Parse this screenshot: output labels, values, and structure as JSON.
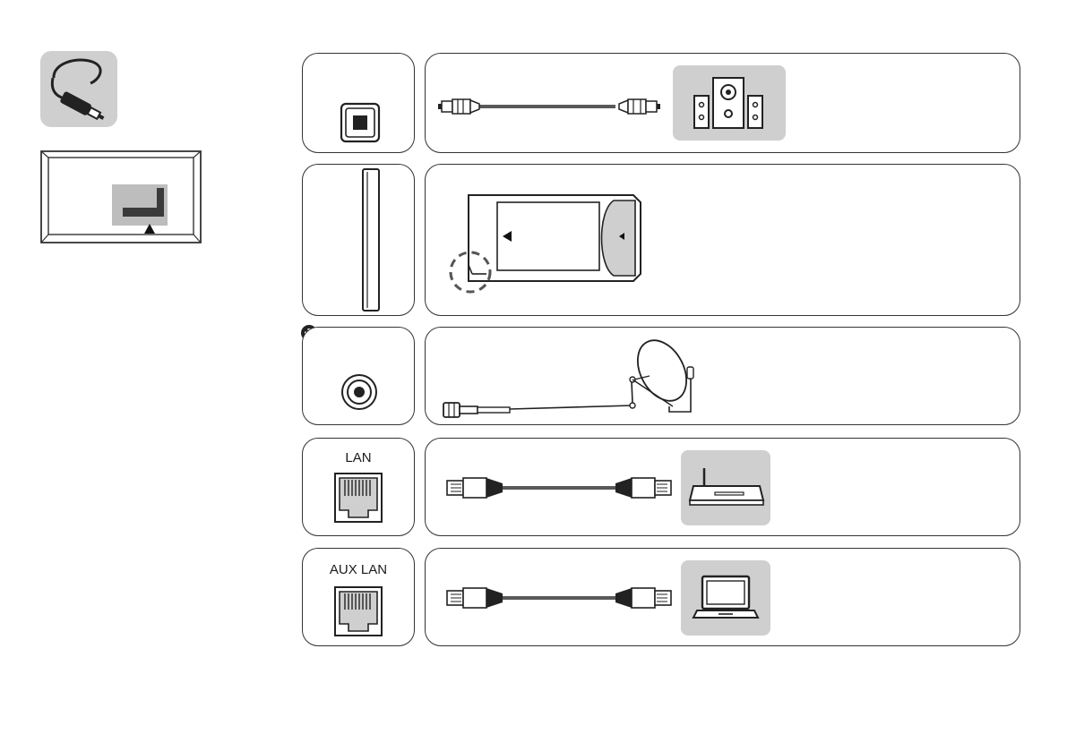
{
  "rows": [
    {
      "port": "optical",
      "label": "",
      "device": "speaker-system"
    },
    {
      "port": "ci-slot",
      "label": "",
      "device": "ci-module"
    },
    {
      "port": "satellite",
      "label": "",
      "device": "satellite-dish"
    },
    {
      "port": "lan",
      "label": "LAN",
      "device": "router"
    },
    {
      "port": "aux-lan",
      "label": "AUX LAN",
      "device": "laptop"
    }
  ],
  "colors": {
    "outline": "#333333",
    "device_bg": "#cfcfcf",
    "port_fill": "#555555"
  },
  "icons": [
    "cable-icon",
    "tv-back-icon",
    "optical-port-icon",
    "speaker-icon",
    "ci-slot-icon",
    "ci-card-icon",
    "plus-icon",
    "satellite-port-icon",
    "satellite-dish-icon",
    "lan-port-icon",
    "router-icon",
    "laptop-icon"
  ]
}
